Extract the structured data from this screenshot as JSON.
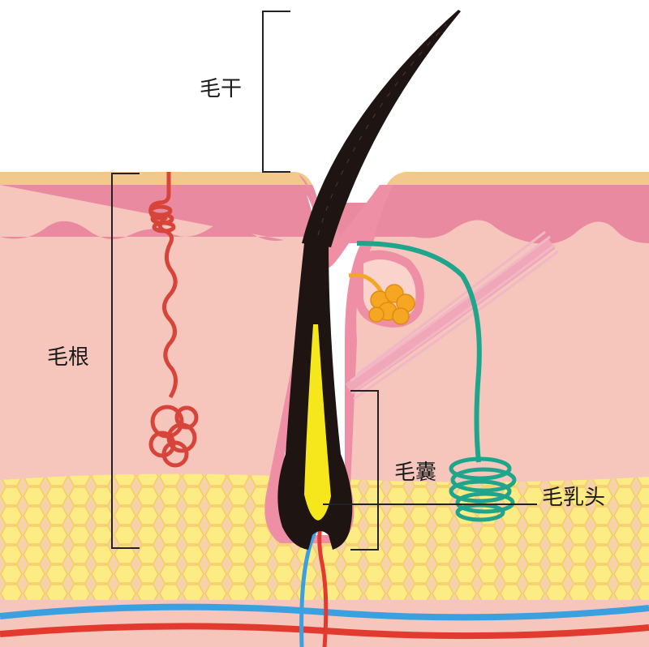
{
  "labels": {
    "hair_shaft": "毛干",
    "hair_root": "毛根",
    "hair_follicle": "毛囊",
    "dermal_papilla": "毛乳头"
  },
  "colors": {
    "epidermis_top": "#f3c88c",
    "skin_pink": "#e98aa0",
    "dermis": "#f6c6bd",
    "fat_cell": "#fdeb84",
    "fat_cell_edge": "#f5d45a",
    "hair": "#1e1412",
    "hair_core": "#f6e61c",
    "gland": "#f5a623",
    "nerve": "#1fa58c",
    "sweat_gland": "#d6443a",
    "artery": "#e23a2e",
    "vein": "#3aa0e0"
  }
}
